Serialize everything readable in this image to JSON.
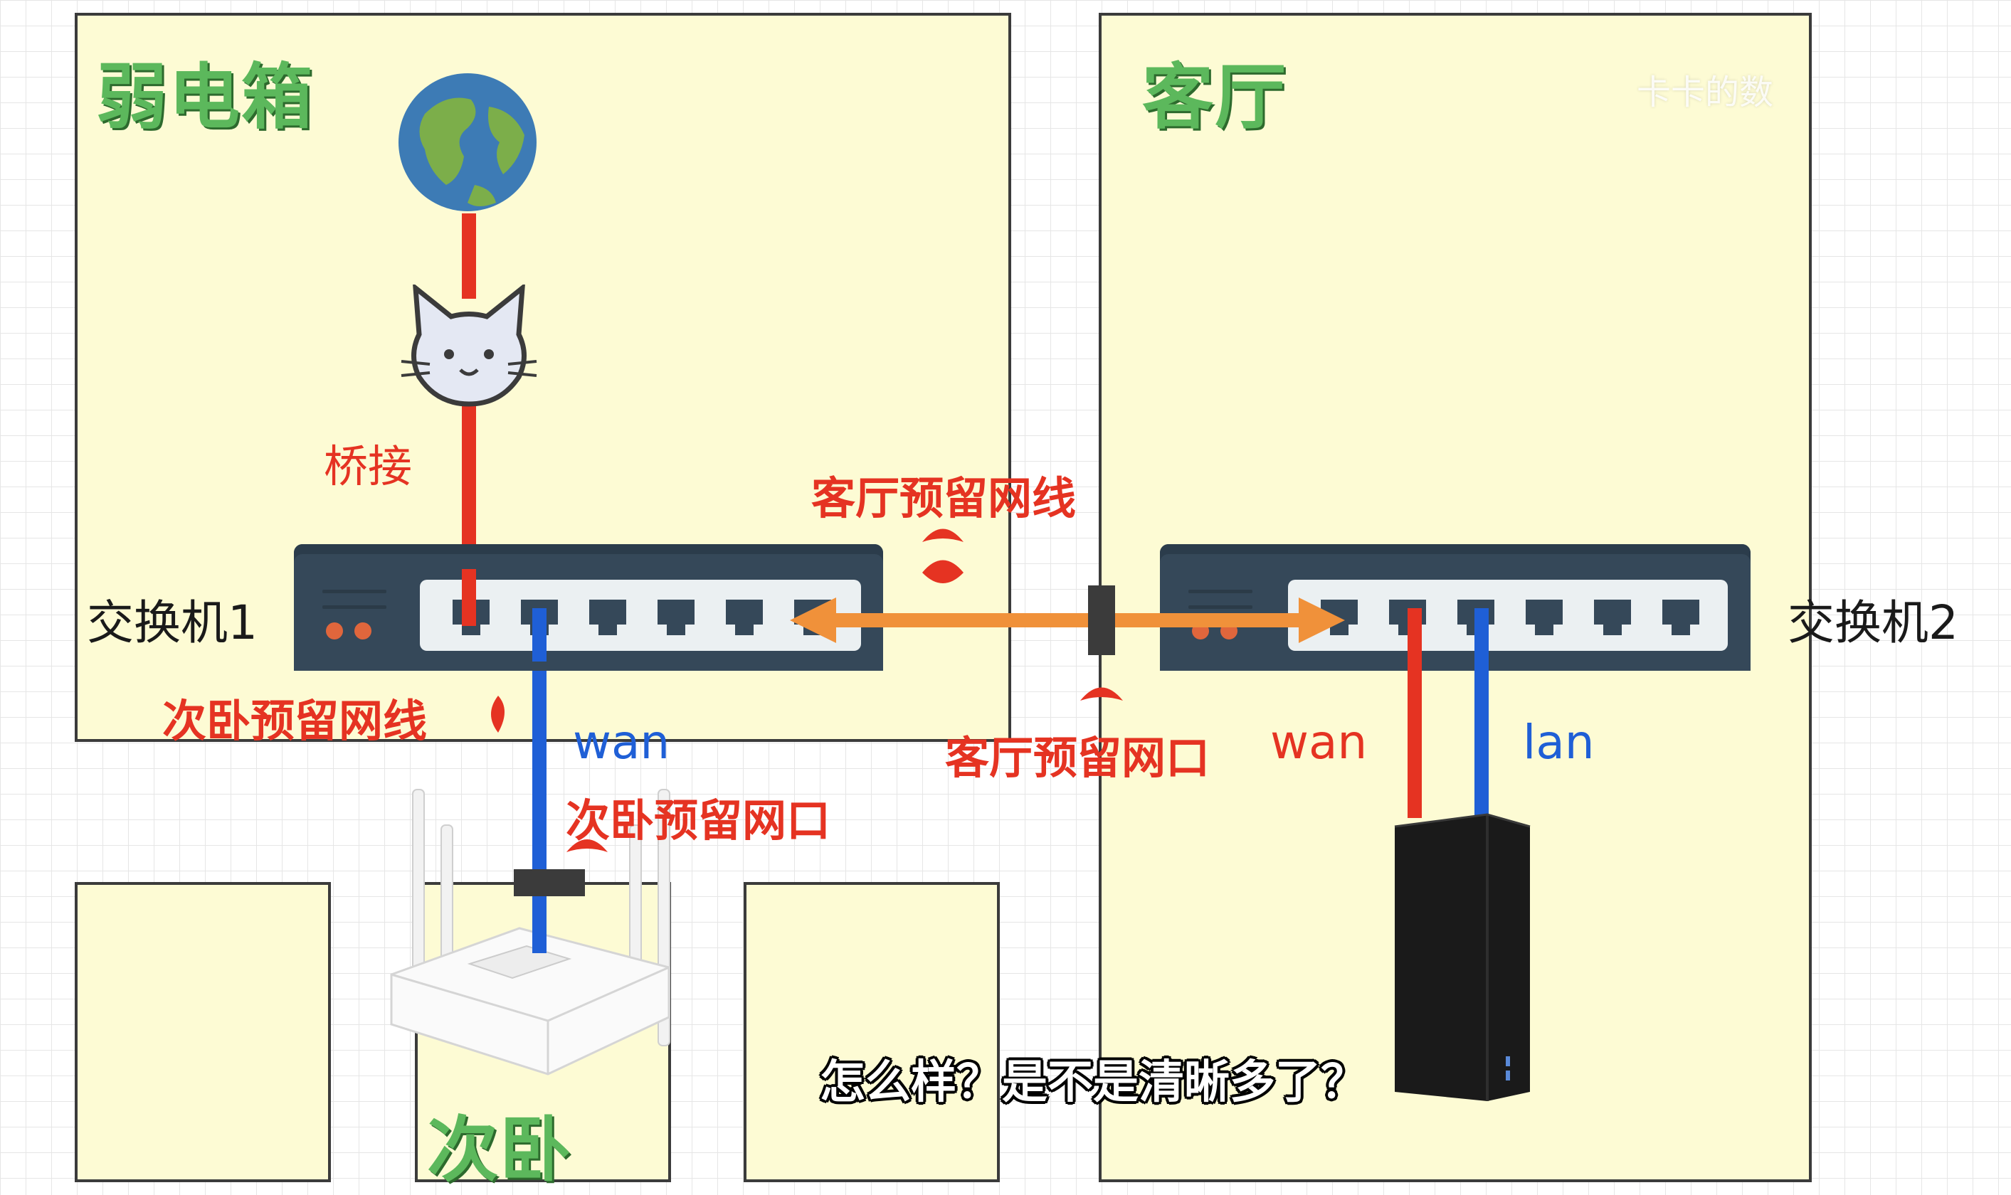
{
  "rooms": {
    "weak_box": "弱电箱",
    "living_room": "客厅",
    "second_bedroom": "次卧"
  },
  "labels": {
    "bridge": "桥接",
    "switch1": "交换机1",
    "switch2": "交换机2",
    "living_cable": "客厅预留网线",
    "bedroom_cable": "次卧预留网线",
    "living_port": "客厅预留网口",
    "bedroom_port": "次卧预留网口",
    "wan_left": "wan",
    "wan_right": "wan",
    "lan_right": "lan"
  },
  "subtitle": "怎么样？是不是清晰多了？",
  "watermark": "卡卡的数",
  "icons": {
    "internet": "globe-icon",
    "modem": "cat-modem-icon",
    "router_left": "white-router-icon",
    "router_right": "black-router-icon"
  },
  "colors": {
    "wan_cable": "#e53322",
    "lan_cable": "#1f5fd6",
    "trunk_cable": "#f0913a",
    "room_fill": "#fdfbd4",
    "title_green": "#5cb85c"
  }
}
